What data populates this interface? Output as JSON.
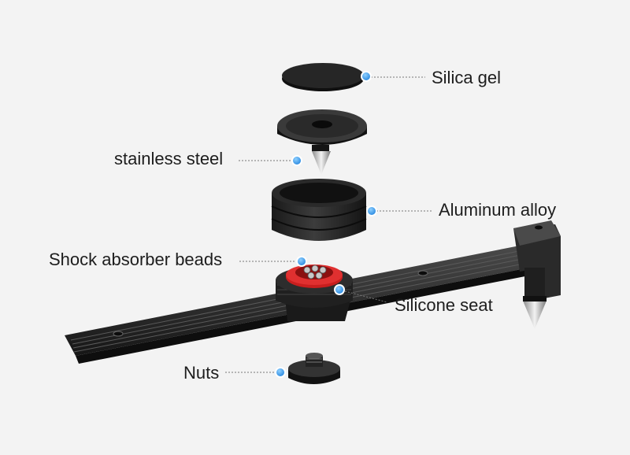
{
  "labels": {
    "silica_gel": "Silica gel",
    "stainless_steel": "stainless steel",
    "aluminum_alloy": "Aluminum alloy",
    "shock_beads": "Shock absorber beads",
    "silicone_seat": "Silicone seat",
    "nuts": "Nuts"
  },
  "colors": {
    "background": "#f3f3f3",
    "part_dark": "#1e1e1e",
    "silicone_red": "#c81e1e",
    "marker_blue": "#2a8ee8",
    "leader_line": "#777777"
  }
}
